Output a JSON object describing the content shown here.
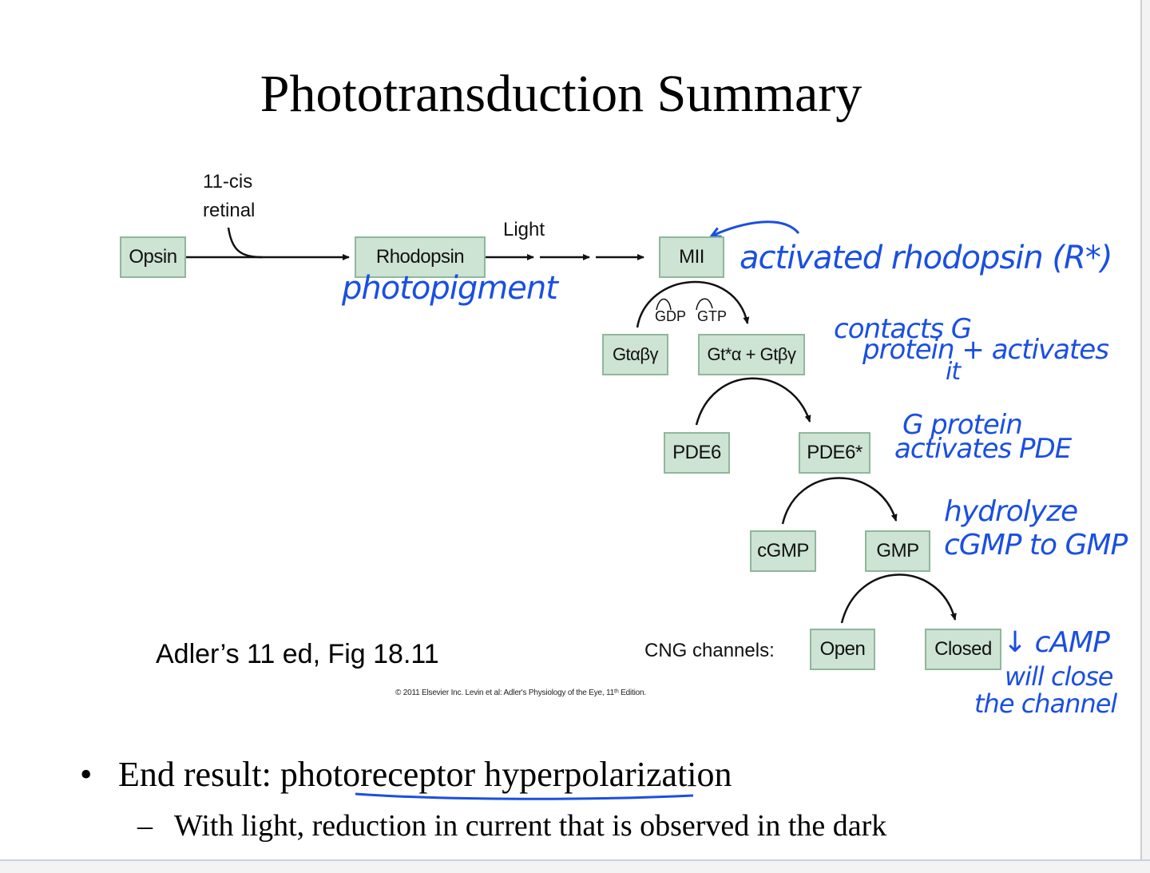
{
  "title": "Phototransduction Summary",
  "diagram": {
    "nodes": {
      "opsin": "Opsin",
      "rhodopsin": "Rhodopsin",
      "mii": "MII",
      "gt_inactive": "Gtαβγ",
      "gt_active_alpha": "Gt*α + Gtβγ",
      "pde6": "PDE6",
      "pde6_active": "PDE6*",
      "cgmp": "cGMP",
      "gmp": "GMP",
      "open": "Open",
      "closed": "Closed"
    },
    "labels": {
      "retinal_line1": "11-cis",
      "retinal_line2": "retinal",
      "light": "Light",
      "gdp": "GDP",
      "gtp": "GTP",
      "cng_channels": "CNG channels:"
    }
  },
  "annotations": {
    "photopigment": "photopigment",
    "activated_rhodopsin": "activated rhodopsin (R*)",
    "contacts_line1": "contacts G",
    "contacts_line2": "protein + activates",
    "contacts_line3": "it",
    "gprotein_line1": "G protein",
    "gprotein_line2": "activates PDE",
    "hydrolyze_line1": "hydrolyze",
    "hydrolyze_line2": "cGMP to GMP",
    "camp_line1": "↓ cAMP",
    "camp_line2": "will close",
    "camp_line3": "the channel"
  },
  "reference": "Adler’s 11 ed, Fig 18.11",
  "copyright": "© 2011 Elsevier Inc. Levin et al: Adler's Physiology of the Eye, 11ᵗʰ Edition.",
  "bullet_main": "End result: photoreceptor hyperpolarization",
  "bullet_sub": "With light, reduction in current that is observed in the dark",
  "colors": {
    "box_fill": "#cde3d3",
    "box_border": "#8fb79b",
    "ink": "#1a4fe0"
  }
}
